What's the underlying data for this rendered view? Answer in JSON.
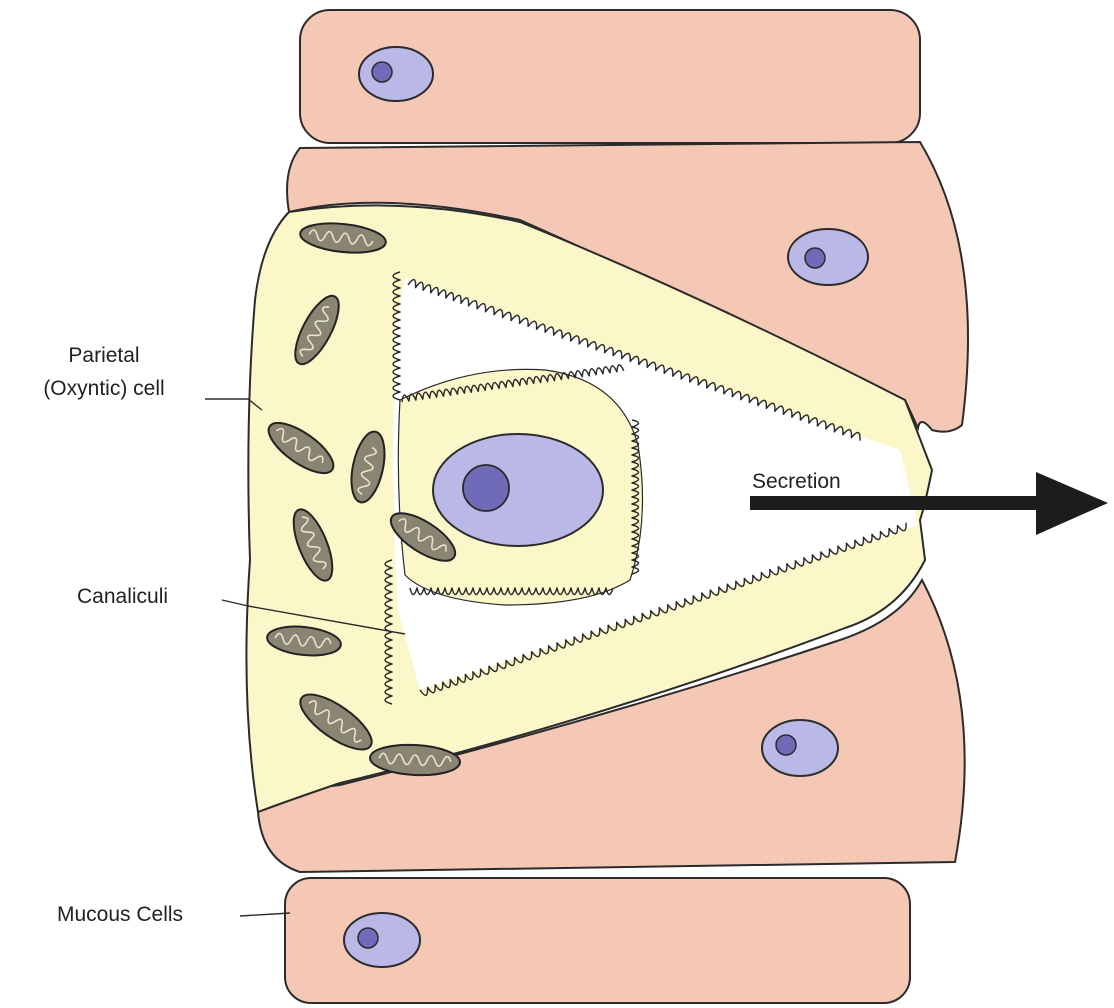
{
  "labels": {
    "parietal_line1": "Parietal",
    "parietal_line2": "(Oxyntic) cell",
    "canaliculi": "Canaliculi",
    "secretion": "Secretion",
    "mucous_cells": "Mucous Cells"
  },
  "colors": {
    "mucous_cell_fill": "#f5c7b5",
    "parietal_cell_fill": "#fcf7c9",
    "nucleus_fill": "#b9b8e6",
    "nucleolus_fill": "#6f6bb8",
    "mitochondria_fill": "#8a8472",
    "outline": "#2b2b2b",
    "arrow": "#1c1c1c"
  }
}
